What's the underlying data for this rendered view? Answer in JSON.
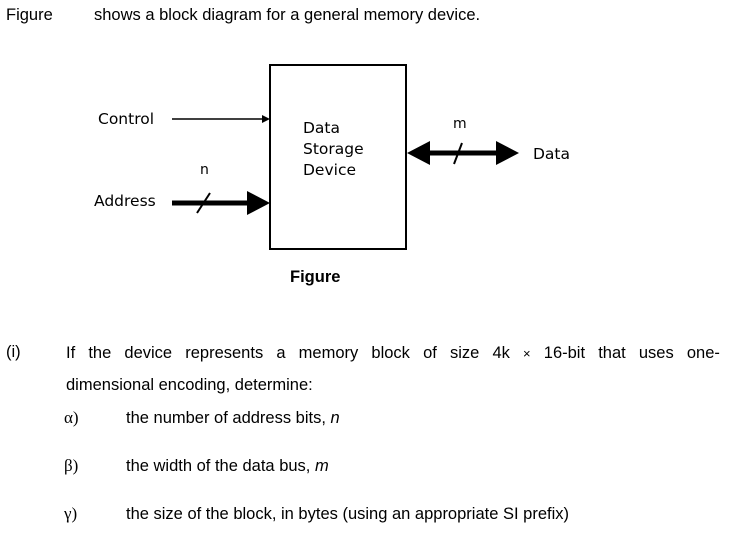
{
  "intro": {
    "figure_ref": "Figure",
    "sentence": "shows a block diagram for a general memory device."
  },
  "diagram": {
    "block_label_lines": [
      "Data",
      "Storage",
      "Device"
    ],
    "inputs": {
      "control_label": "Control",
      "address_label": "Address",
      "address_bus_width_label": "n"
    },
    "data_port": {
      "label": "Data",
      "bus_width_label": "m",
      "direction": "bidirectional"
    },
    "caption": "Figure"
  },
  "question": {
    "number": "(i)",
    "line1_words": [
      "If",
      "the",
      "device",
      "represents",
      "a",
      "memory",
      "block",
      "of",
      "size",
      "4k",
      "×",
      "16-bit",
      "that",
      "uses",
      "one-"
    ],
    "line2": "dimensional encoding, determine:",
    "parts": [
      {
        "marker": "α)",
        "text": "the number of address bits, ",
        "variable": "n"
      },
      {
        "marker": "β)",
        "text": "the width of the data bus, ",
        "variable": "m"
      },
      {
        "marker": "γ)",
        "text": "the size of the block, in bytes (using an appropriate SI prefix)",
        "variable": ""
      }
    ]
  }
}
